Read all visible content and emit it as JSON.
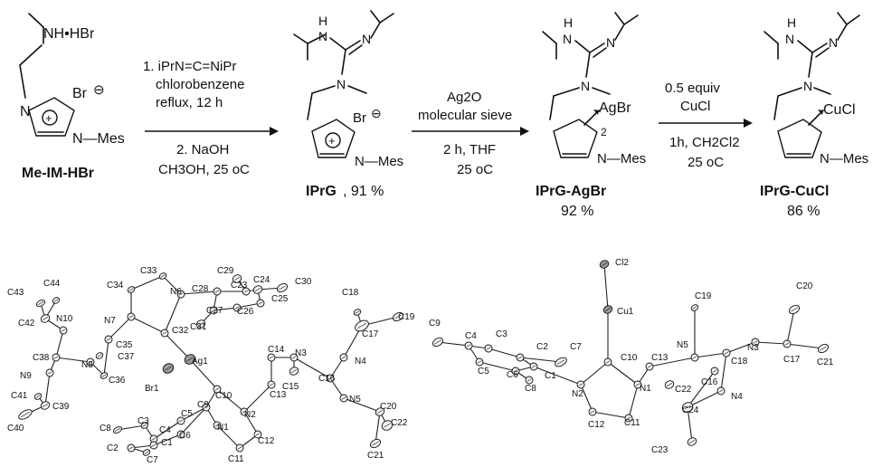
{
  "scheme": {
    "start_ammonium": "NH•HBr",
    "start_bromide": "Br",
    "start_minus": "⊖",
    "start_n": "N",
    "start_plus": "+",
    "start_mes": "N—Mes",
    "start_name": "Me-IM-HBr",
    "step1_line1": "1. iPrN=C=NiPr",
    "step1_line2": "chlorobenzene",
    "step1_line3": "reflux, 12 h",
    "step1_line4": "2. NaOH",
    "step1_line5": "CH3OH, 25 oC",
    "iprg_hn": "H",
    "iprg_n1": "N",
    "iprg_n2": "N",
    "iprg_n3": "N",
    "iprg_br": "Br",
    "iprg_minus": "⊖",
    "iprg_plus": "+",
    "iprg_mes": "N—Mes",
    "iprg_name": "IPrG",
    "iprg_yield": ", 91 %",
    "step2_line1": "Ag2O",
    "step2_line2": "molecular sieve",
    "step2_line3": "2 h, THF",
    "step2_line4": "25 oC",
    "ag_group": "AgBr",
    "ag_coord": "2",
    "ag_mes": "N—Mes",
    "ag_name": "IPrG-AgBr",
    "ag_yield": "92 %",
    "step3_line1": "0.5 equiv",
    "step3_line2": "CuCl",
    "step3_line3": "1h, CH2Cl2",
    "step3_line4": "25 oC",
    "cu_group": "CuCl",
    "cu_mes": "N—Mes",
    "cu_name": "IPrG-CuCl",
    "cu_yield": "86 %"
  },
  "ortep_ag": {
    "labels": [
      "C43",
      "C44",
      "C42",
      "N10",
      "C38",
      "N9",
      "C41",
      "C39",
      "C40",
      "N7",
      "C34",
      "C33",
      "N6",
      "C28",
      "C29",
      "C23",
      "C24",
      "C30",
      "C25",
      "C26",
      "C27",
      "C31",
      "C32",
      "C35",
      "C37",
      "N8",
      "C36",
      "Ag1",
      "Br1",
      "C14",
      "N3",
      "C15",
      "C13",
      "C18",
      "C19",
      "C17",
      "N4",
      "C16",
      "N5",
      "C20",
      "C22",
      "C21",
      "C10",
      "C9",
      "N1",
      "N2",
      "C12",
      "C11",
      "C8",
      "C3",
      "C5",
      "C4",
      "C2",
      "C6",
      "C1",
      "C7"
    ]
  },
  "ortep_cu": {
    "labels": [
      "Cl2",
      "Cu1",
      "C9",
      "C4",
      "C3",
      "C2",
      "C7",
      "C5",
      "C6",
      "C1",
      "C8",
      "N2",
      "C10",
      "C13",
      "N1",
      "C22",
      "C12",
      "C11",
      "C19",
      "N5",
      "C16",
      "C18",
      "N3",
      "C20",
      "C17",
      "C21",
      "N4",
      "C24",
      "C23"
    ]
  }
}
